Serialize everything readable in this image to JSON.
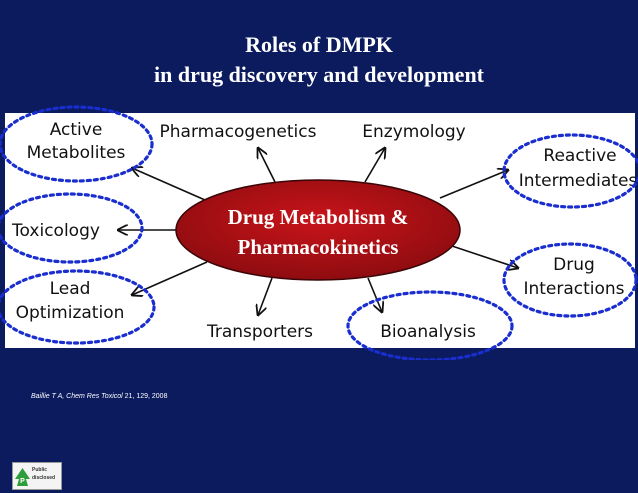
{
  "slide": {
    "title_line1": "Roles of DMPK",
    "title_line2": "in drug discovery and development"
  },
  "diagram": {
    "center_line1": "Drug Metabolism &",
    "center_line2": "Pharmacokinetics",
    "nodes": {
      "active_metabolites_1": "Active",
      "active_metabolites_2": "Metabolites",
      "pharmacogenetics": "Pharmacogenetics",
      "enzymology": "Enzymology",
      "reactive_1": "Reactive",
      "reactive_2": "Intermediates",
      "toxicology": "Toxicology",
      "drug_interactions_1": "Drug",
      "drug_interactions_2": "Interactions",
      "lead_1": "Lead",
      "lead_2": "Optimization",
      "transporters": "Transporters",
      "bioanalysis": "Bioanalysis"
    },
    "colors": {
      "ellipse_fill": "#b01015",
      "dotted_circle": "#1a2ed0",
      "background": "#0b1b5e"
    }
  },
  "citation": {
    "authors": "Baillie T A,",
    "journal": "Chem Res Toxicol",
    "details": "21, 129, 2008"
  },
  "logo": {
    "line1": "Public",
    "line2": "disclosed"
  }
}
